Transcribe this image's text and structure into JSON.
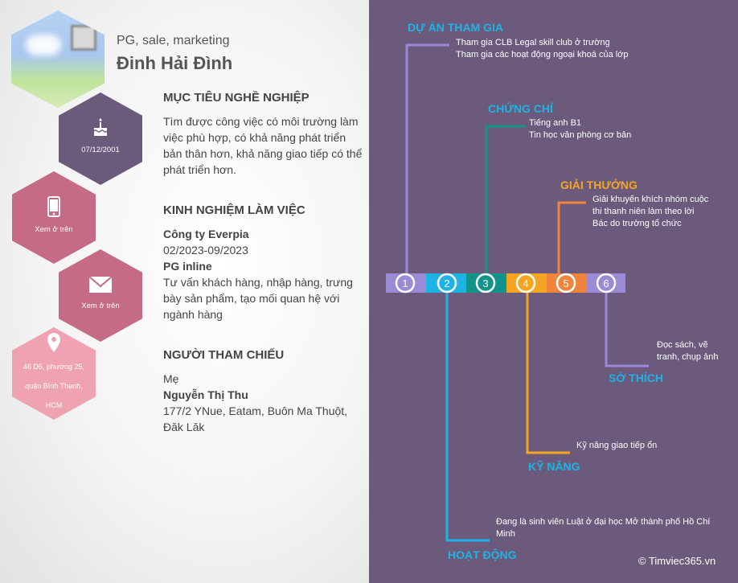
{
  "profile": {
    "role": "PG, sale, marketing",
    "name": "Đinh Hải Đình"
  },
  "contacts": {
    "dob": "07/12/2001",
    "phone_caption": "Xem ở trên",
    "email_caption": "Xem ở trên",
    "address_lines": [
      "46 D5, phường 25,",
      "quận Bình Thạnh,",
      "HCM"
    ]
  },
  "objective": {
    "heading": "MỤC TIÊU NGHỀ NGHIỆP",
    "lines": [
      "Tìm được công việc có môi trường làm",
      "việc phù hợp, có khả năng phát triển",
      "bản thân hơn, khả năng giao tiếp có thể",
      "phát triển hơn."
    ]
  },
  "experience": {
    "heading": "KINH NGHIỆM LÀM VIỆC",
    "company": "Công ty Everpia",
    "period": "02/2023-09/2023",
    "position": "PG inline",
    "lines": [
      "Tư vấn khách hàng, nhập hàng, trưng",
      "bày sản phẩm, tạo mối quan hệ với",
      "ngành hàng"
    ]
  },
  "reference": {
    "heading": "NGƯỜI THAM CHIẾU",
    "relation": "Mẹ",
    "name": "Nguyễn Thị Thu",
    "address_lines": [
      "177/2 YNue, Eatam, Buôn Ma Thuột,",
      "Đăk Lăk"
    ]
  },
  "timeline": {
    "colors": [
      "#9b8ad6",
      "#1fb3e4",
      "#12948a",
      "#f4a623",
      "#f0843c",
      "#9b8ad6"
    ],
    "numbers": [
      "1",
      "2",
      "3",
      "4",
      "5",
      "6"
    ],
    "sections": [
      {
        "heading": "DỰ ÁN THAM GIA",
        "color": "#1fb3e4",
        "lines": [
          "Tham gia CLB Legal skill club ở trường",
          "Tham gia các hoạt động ngoại khoá của lớp"
        ]
      },
      {
        "heading": "HOẠT ĐỘNG",
        "color": "#1fb3e4",
        "lines": [
          "Đang là sinh viên Luật ở đại học Mở thành phố Hồ Chí",
          "Minh"
        ]
      },
      {
        "heading": "CHỨNG CHỈ",
        "color": "#1fb3e4",
        "lines": [
          "Tiếng anh B1",
          "Tin học văn phòng cơ bản"
        ]
      },
      {
        "heading": "KỸ NĂNG",
        "color": "#1fb3e4",
        "lines": [
          "Kỹ năng giao tiếp ổn"
        ]
      },
      {
        "heading": "GIẢI THƯỞNG",
        "color": "#f4a623",
        "lines": [
          "Giải khuyến khích nhóm cuộc",
          "thi thanh niên làm theo lời",
          "Bác do trường tổ chức"
        ]
      },
      {
        "heading": "SỞ THÍCH",
        "color": "#1fb3e4",
        "lines": [
          "Đọc sách, vẽ",
          "tranh, chụp ảnh"
        ]
      }
    ]
  },
  "footer": {
    "copyright": "© Timviec365.vn"
  }
}
